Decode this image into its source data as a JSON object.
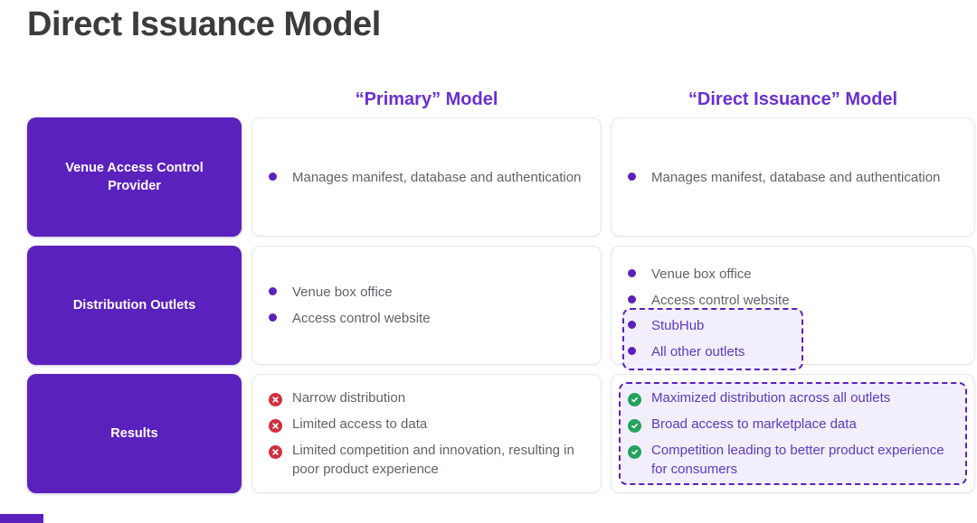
{
  "slide": {
    "title": "Direct Issuance Model",
    "accent_purple": "#5b21bc",
    "header_purple": "#6b2fd0",
    "body_gray": "#5f6368",
    "good_green": "#22a45d",
    "bad_red": "#d32f3f",
    "highlight_bg": "#f3eefc"
  },
  "columns": {
    "primary_header": "“Primary” Model",
    "direct_header": "“Direct Issuance” Model"
  },
  "rows": [
    {
      "label": "Venue Access Control Provider",
      "primary": [
        {
          "text": "Manages manifest, database and authentication",
          "icon": "bullet-dot"
        }
      ],
      "direct": [
        {
          "text": "Manages manifest, database and authentication",
          "icon": "bullet-dot"
        }
      ]
    },
    {
      "label": "Distribution Outlets",
      "primary": [
        {
          "text": "Venue box office",
          "icon": "bullet-dot"
        },
        {
          "text": "Access control website",
          "icon": "bullet-dot"
        }
      ],
      "direct": [
        {
          "text": "Venue box office",
          "icon": "bullet-dot"
        },
        {
          "text": "Access control website",
          "icon": "bullet-dot"
        }
      ],
      "direct_highlight": [
        {
          "text": "StubHub",
          "icon": "bullet-dot"
        },
        {
          "text": "All other outlets",
          "icon": "bullet-dot"
        }
      ]
    },
    {
      "label": "Results",
      "primary": [
        {
          "text": "Narrow distribution",
          "icon": "cross-circle-icon"
        },
        {
          "text": "Limited access to data",
          "icon": "cross-circle-icon"
        },
        {
          "text": "Limited competition and innovation, resulting in poor product experience",
          "icon": "cross-circle-icon"
        }
      ],
      "direct_highlight": [
        {
          "text": "Maximized distribution across all outlets",
          "icon": "check-circle-icon"
        },
        {
          "text": "Broad access to marketplace data",
          "icon": "check-circle-icon"
        },
        {
          "text": "Competition leading to better product experience for consumers",
          "icon": "check-circle-icon"
        }
      ]
    }
  ]
}
